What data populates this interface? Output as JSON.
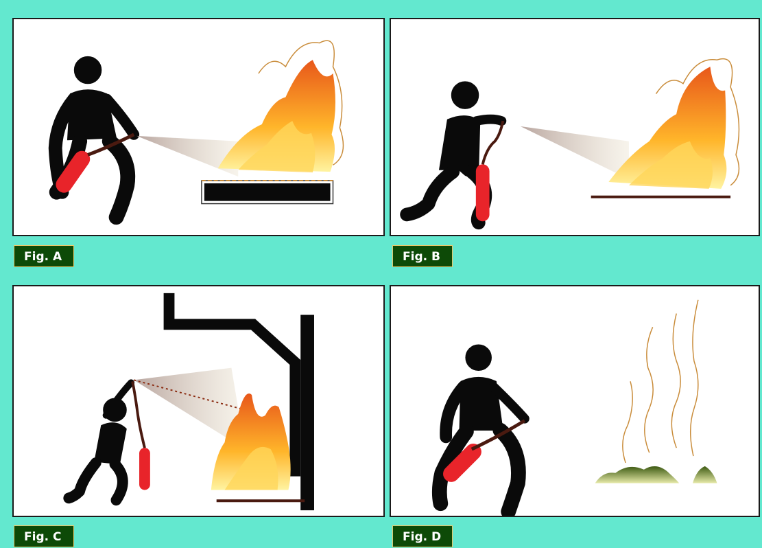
{
  "figures": [
    {
      "id": "A",
      "caption": "Fig. A"
    },
    {
      "id": "B",
      "caption": "Fig. B"
    },
    {
      "id": "C",
      "caption": "Fig. C"
    },
    {
      "id": "D",
      "caption": "Fig. D"
    }
  ],
  "colors": {
    "background": "#63e8cf",
    "caption_bg": "#0d4a07",
    "caption_text": "#ffffff",
    "figure_silhouette": "#0a0a0a",
    "extinguisher": "#e8242a",
    "flame_outer": "#f29a1c",
    "flame_inner": "#ffe27a",
    "smoke": "#c98c3a",
    "smoldering_ash": "#5a6a1a"
  }
}
